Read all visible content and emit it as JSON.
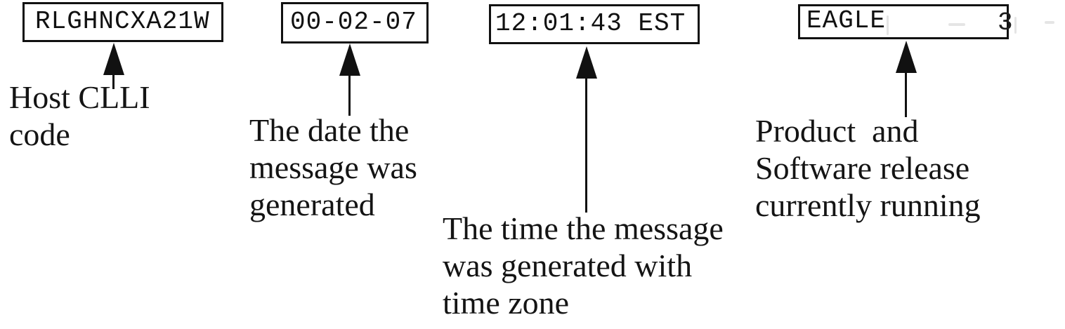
{
  "callouts": [
    {
      "value": "RLGHNCXA21W",
      "label_lines": [
        "Host CLLI",
        "code"
      ]
    },
    {
      "value": "00-02-07",
      "label_lines": [
        "The date the",
        "message was",
        "generated"
      ]
    },
    {
      "value": "12:01:43 EST",
      "label_lines": [
        "The time the message",
        "was generated with",
        "time zone"
      ]
    },
    {
      "value": "EAGLE",
      "remnant": "3",
      "label_lines": [
        "Product  and",
        "Software release",
        "currently running"
      ]
    }
  ],
  "colors": {
    "ink": "#111111",
    "background": "#ffffff"
  }
}
